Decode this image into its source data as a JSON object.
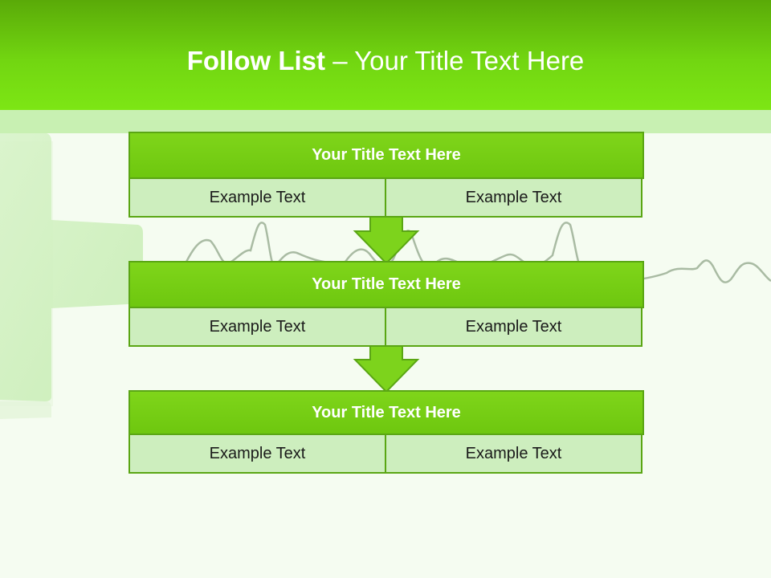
{
  "header": {
    "title_bold": "Follow List",
    "title_rest": " – Your Title Text Here"
  },
  "steps": [
    {
      "title": "Your Title Text Here",
      "left": "Example Text",
      "right": "Example Text"
    },
    {
      "title": "Your Title Text Here",
      "left": "Example Text",
      "right": "Example Text"
    },
    {
      "title": "Your Title Text Here",
      "left": "Example Text",
      "right": "Example Text"
    }
  ],
  "colors": {
    "header": "#72d611",
    "box_title": "#72cc13",
    "box_cell": "#cdeebe",
    "border": "#5aa614"
  }
}
